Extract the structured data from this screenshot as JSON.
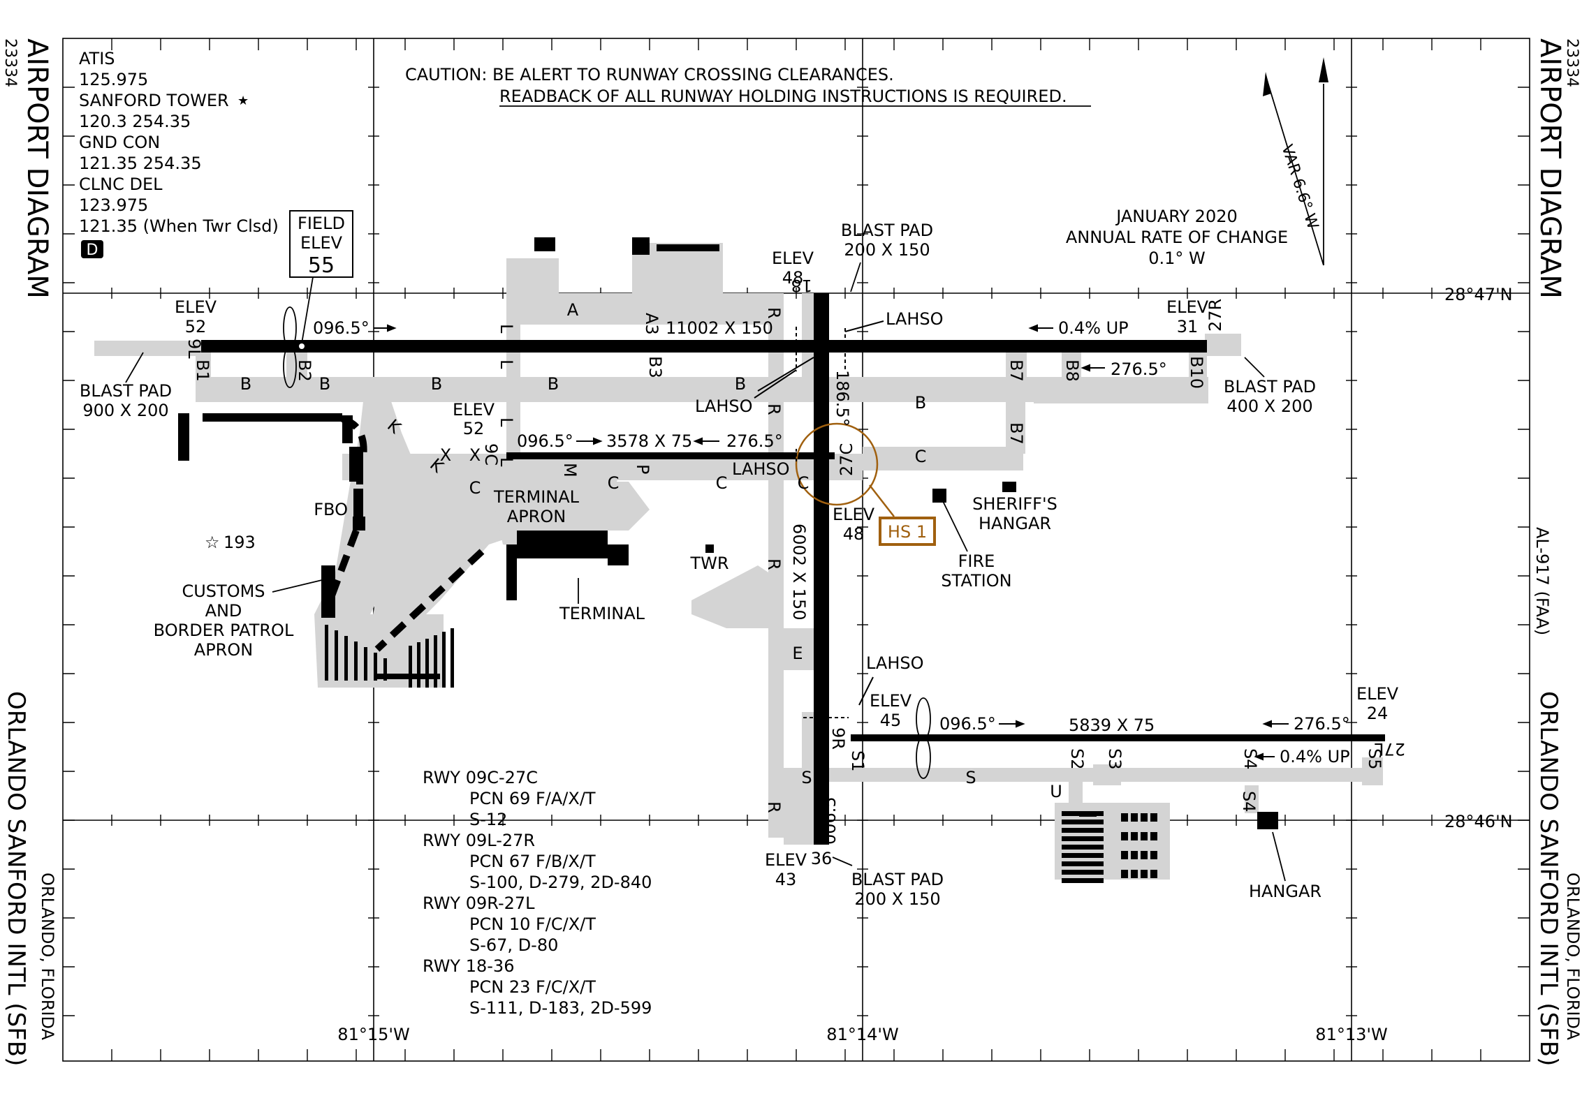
{
  "side": {
    "title": "AIRPORT DIAGRAM",
    "volume": "23334",
    "airport": "ORLANDO SANFORD INTL  (SFB)",
    "city": "ORLANDO, FLORIDA",
    "doc": "AL-917 (FAA)"
  },
  "comms": {
    "atis": "ATIS",
    "atis_freq": "125.975",
    "tower": "SANFORD TOWER",
    "tower_freq": "120.3  254.35",
    "gnd": "GND CON",
    "gnd_freq": "121.35  254.35",
    "clnc": "CLNC DEL",
    "clnc_freq": "123.975",
    "clnc_freq2": "121.35 (When Twr Clsd)",
    "d_badge": "D",
    "tower_symbol": "star-icon"
  },
  "field_elev": {
    "line1": "FIELD",
    "line2": "ELEV",
    "value": "55"
  },
  "caution": {
    "line1": "CAUTION: BE ALERT TO RUNWAY CROSSING CLEARANCES.",
    "line2": "READBACK OF ALL RUNWAY HOLDING INSTRUCTIONS IS REQUIRED."
  },
  "magvar": {
    "var": "VAR 6.6° W",
    "date": "JANUARY 2020",
    "rate_label": "ANNUAL RATE OF CHANGE",
    "rate": "0.1° W"
  },
  "coords": {
    "lat_n": "28°47'N",
    "lat_s": "28°46'N",
    "lon_w": "81°15'W",
    "lon_m": "81°14'W",
    "lon_e": "81°13'W"
  },
  "runways": {
    "r9L": "9L",
    "r27R": "27R",
    "r9C": "9C",
    "r27C": "27C",
    "r9R": "9R",
    "r27L": "27L",
    "r18": "18",
    "r36": "36",
    "hdg_9L": "096.5°",
    "hdg_27R": "276.5°",
    "dims_9L27R": "11002 X 150",
    "hdg_9C": "096.5°",
    "dims_9C27C": "3578 X 75",
    "hdg_27C": "276.5°",
    "hdg_9R": "096.5°",
    "dims_9R27L": "5839 X 75",
    "hdg_27L": "276.5°",
    "dims_1836": "6002 X 150",
    "hdg_18": "186.5°",
    "hdg_36": "006.5°",
    "slope_27R": "0.4% UP",
    "slope_27L": "0.4% UP"
  },
  "elevs": {
    "elev": "ELEV",
    "e52a": "52",
    "e31": "31",
    "e48a": "48",
    "e52b": "52",
    "e48b": "48",
    "e45": "45",
    "e24": "24",
    "e43": "43"
  },
  "blastpads": {
    "label": "BLAST PAD",
    "bp9L": "900 X 200",
    "bp27R": "400 X 200",
    "bp18": "200 X 150",
    "bp36": "200 X 150"
  },
  "taxiways": {
    "A": "A",
    "A3": "A3",
    "B": "B",
    "B1": "B1",
    "B2": "B2",
    "B3": "B3",
    "B7": "B7",
    "B8": "B8",
    "B10": "B10",
    "C": "C",
    "E": "E",
    "K": "K",
    "L": "L",
    "M": "M",
    "P": "P",
    "R": "R",
    "S": "S",
    "S1": "S1",
    "S2": "S2",
    "S3": "S3",
    "S4": "S4",
    "S5": "S5",
    "U": "U",
    "X": "X"
  },
  "labels": {
    "lahso": "LAHSO",
    "terminal_apron_1": "TERMINAL",
    "terminal_apron_2": "APRON",
    "terminal": "TERMINAL",
    "twr": "TWR",
    "fbo": "FBO",
    "obstacle": "193",
    "customs_1": "CUSTOMS",
    "customs_2": "AND",
    "customs_3": "BORDER PATROL",
    "customs_4": "APRON",
    "sheriff_1": "SHERIFF'S",
    "sheriff_2": "HANGAR",
    "fire_1": "FIRE",
    "fire_2": "STATION",
    "hangar": "HANGAR",
    "hotspot": "HS 1"
  },
  "rwy_info": [
    {
      "rwy": "RWY 09C-27C",
      "pcn": "PCN  69 F/A/X/T",
      "wt": "S-12"
    },
    {
      "rwy": "RWY 09L-27R",
      "pcn": "PCN 67 F/B/X/T",
      "wt": "S-100, D-279, 2D-840"
    },
    {
      "rwy": "RWY 09R-27L",
      "pcn": "PCN 10 F/C/X/T",
      "wt": "S-67, D-80"
    },
    {
      "rwy": "RWY 18-36",
      "pcn": "PCN 23 F/C/X/T",
      "wt": "S-111, D-183, 2D-599"
    }
  ],
  "colors": {
    "hotspot": "#a0600f",
    "runway": "#000000",
    "taxiway": "#d4d4d4"
  }
}
